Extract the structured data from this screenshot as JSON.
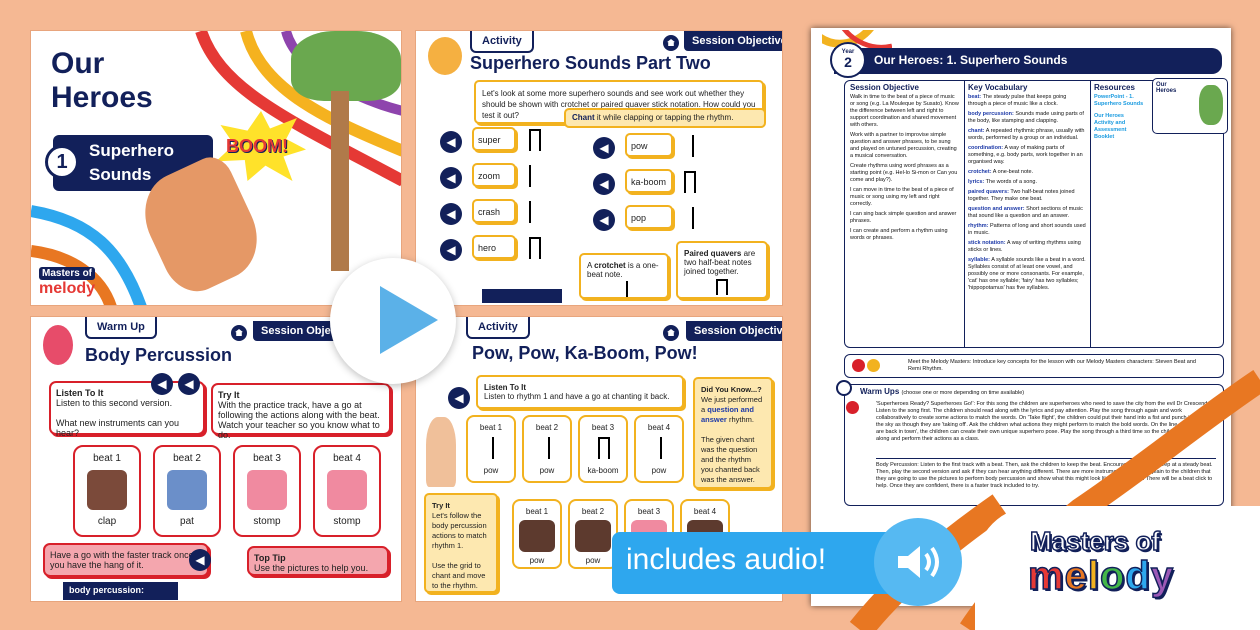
{
  "slide1": {
    "title_line1": "Our",
    "title_line2": "Heroes",
    "lesson_number": "1",
    "lesson_line1": "Superhero",
    "lesson_line2": "Sounds",
    "boom": "BOOM!",
    "logo_top": "Masters of",
    "logo_bottom": "melody"
  },
  "slide2": {
    "tag": "Activity",
    "objective_button": "Session Objective",
    "title": "Superhero Sounds Part Two",
    "intro": "Let's look at some more superhero sounds and see work out whether they should be shown with crotchet or paired quaver stick notation. How could you test it out?",
    "chant_word": "Chant",
    "chant_rest": " it while clapping or tapping the rhythm.",
    "words_left": [
      {
        "word": "super",
        "notation": "pair"
      },
      {
        "word": "zoom",
        "notation": "stick"
      },
      {
        "word": "crash",
        "notation": "stick"
      },
      {
        "word": "hero",
        "notation": "pair"
      }
    ],
    "words_right": [
      {
        "word": "pow",
        "notation": "stick"
      },
      {
        "word": "ka-boom",
        "notation": "pair"
      },
      {
        "word": "pop",
        "notation": "stick"
      }
    ],
    "crotchet_pre": "A ",
    "crotchet_word": "crotchet",
    "crotchet_rest": " is a one-beat note.",
    "quaver_word": "Paired quavers",
    "quaver_rest": " are two half-beat notes joined together."
  },
  "slide3": {
    "tag": "Warm Up",
    "objective_button": "Session Objective",
    "title": "Body Percussion",
    "listen_title": "Listen To It",
    "listen_line1": "Listen to this second version.",
    "listen_line2": "What new instruments can you hear?",
    "try_title": "Try It",
    "try_text": "With the practice track, have a go at following the actions along with the beat. Watch your teacher so you know what to do.",
    "beats": [
      {
        "label": "beat 1",
        "action": "clap"
      },
      {
        "label": "beat 2",
        "action": "pat"
      },
      {
        "label": "beat 3",
        "action": "stomp"
      },
      {
        "label": "beat 4",
        "action": "stomp"
      }
    ],
    "faster_text": "Have a go with the faster track once you have the hang of it.",
    "tip_title": "Top Tip",
    "tip_text": "Use the pictures to help you.",
    "footer_label": "body percussion:"
  },
  "slide4": {
    "tag": "Activity",
    "objective_button": "Session Objective",
    "title": "Pow, Pow, Ka-Boom, Pow!",
    "listen_title": "Listen To It",
    "listen_text": "Listen to rhythm 1 and have a go at chanting it back.",
    "rhythm": [
      {
        "label": "beat 1",
        "word": "pow",
        "notation": "stick"
      },
      {
        "label": "beat 2",
        "word": "pow",
        "notation": "stick"
      },
      {
        "label": "beat 3",
        "word": "ka-boom",
        "notation": "pair"
      },
      {
        "label": "beat 4",
        "word": "pow",
        "notation": "stick"
      }
    ],
    "dyk_title": "Did You Know...?",
    "dyk_pre": "We just performed a ",
    "dyk_key": "question and answer",
    "dyk_post": " rhythm.",
    "dyk_text2": "The given chant was the question and the rhythm you chanted back was the answer.",
    "try_title": "Try It",
    "try_text1": "Let's follow the body percussion actions to match rhythm 1.",
    "try_text2": "Use the grid to chant and move to the rhythm.",
    "actions": [
      {
        "label": "beat 1",
        "word": "pow"
      },
      {
        "label": "beat 2",
        "word": "pow"
      },
      {
        "label": "beat 3",
        "word": ""
      },
      {
        "label": "beat 4",
        "word": ""
      }
    ]
  },
  "lesson_plan": {
    "year_label": "Year",
    "year_number": "2",
    "title": "Our Heroes: 1. Superhero Sounds",
    "objective_heading": "Session Objective",
    "objective_paragraphs": [
      "Walk in time to the beat of a piece of music or song (e.g. La Mouleque by Susato). Know the difference between left and right to support coordination and shared movement with others.",
      "Work with a partner to improvise simple question and answer phrases, to be sung and played on untuned percussion, creating a musical conversation.",
      "Create rhythms using word phrases as a starting point (e.g. Hel-lo Si-mon or Can you come and play?).",
      "I can move in time to the beat of a piece of music or song using my left and right correctly.",
      "I can sing back simple question and answer phrases.",
      "I can create and perform a rhythm using words or phrases."
    ],
    "vocab_heading": "Key Vocabulary",
    "vocab": [
      {
        "term": "beat:",
        "def": " The steady pulse that keeps going through a piece of music like a clock."
      },
      {
        "term": "body percussion:",
        "def": " Sounds made using parts of the body, like stamping and clapping."
      },
      {
        "term": "chant:",
        "def": " A repeated rhythmic phrase, usually with words, performed by a group or an individual."
      },
      {
        "term": "coordination:",
        "def": " A way of making parts of something, e.g. body parts, work together in an organised way."
      },
      {
        "term": "crotchet:",
        "def": " A one-beat note."
      },
      {
        "term": "lyrics:",
        "def": " The words of a song."
      },
      {
        "term": "paired quavers:",
        "def": " Two half-beat notes joined together. They make one beat."
      },
      {
        "term": "question and answer:",
        "def": " Short sections of music that sound like a question and an answer."
      },
      {
        "term": "rhythm:",
        "def": " Patterns of long and short sounds used in music."
      },
      {
        "term": "stick notation:",
        "def": " A way of writing rhythms using sticks or lines."
      },
      {
        "term": "syllable:",
        "def": " A syllable sounds like a beat in a word. Syllables consist of at least one vowel, and possibly one or more consonants. For example, 'cat' has one syllable; 'fairy' has two syllables; 'hippopotamus' has five syllables."
      }
    ],
    "resources_heading": "Resources",
    "resources": [
      "PowerPoint - 1. Superhero Sounds",
      "Our Heroes Activity and Assessment Booklet"
    ],
    "thumb_title1": "Our",
    "thumb_title2": "Heroes",
    "meet_text": "Meet the Melody Masters: Introduce key concepts for the lesson with our Melody Masters characters: Steven Beat and Remi Rhythm.",
    "warmups_heading": "Warm Ups",
    "warmups_note": "(choose one or more depending on time available)",
    "warmup1": "'Superheroes Ready? Superheroes Go!': For this song the children are superheroes who need to save the city from the evil Dr Crescendo. Listen to the song first. The children should read along with the lyrics and pay attention. Play the song through again and work collaboratively to create some actions to match the words. On 'Take flight', the children could put their hand into a fist and punch it towards the sky as though they are 'taking off'. Ask the children what actions they might perform to match the bold words. On the line, 'The superkids are back in town', the children can create their own unique superhero pose. Play the song through a third time so the children can sing along and perform their actions as a class.",
    "warmup2": "Body Percussion: Listen to the first track with a beat. Then, ask the children to keep the beat. Encourage children to keep at a steady beat. Then, play the second version and ask if they can hear anything different. There are more instruments playing. Explain to the children that they are going to use the pictures to perform body percussion and show what this might look like with the beat. There will be a beat click to help. Once they are confident, there is a faster track included to try."
  },
  "overlay": {
    "audio_banner": "includes audio!",
    "logo_top": "Masters of",
    "logo_bottom": "melody"
  },
  "colors": {
    "background": "#f5b893",
    "navy": "#12205a",
    "yellow": "#f2b21f",
    "red": "#d8202a",
    "audio_blue": "#2ea7ee",
    "orange": "#e87722"
  }
}
